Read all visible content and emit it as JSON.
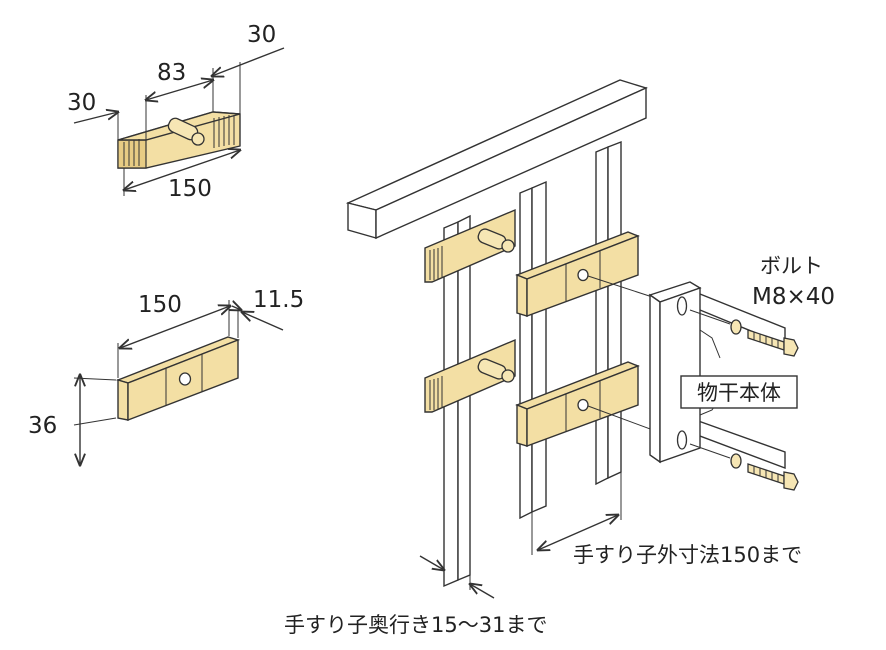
{
  "dimensions": {
    "top_left": "30",
    "top_middle": "83",
    "top_right": "30",
    "top_length": "150",
    "plate_length": "150",
    "plate_thickness": "11.5",
    "plate_height": "36"
  },
  "labels": {
    "bolt_name": "ボルト",
    "bolt_size": "M8×40",
    "main_body": "物干本体",
    "outer_dimension": "手すり子外寸法150まで",
    "depth": "手すり子奥行き15〜31まで"
  },
  "colors": {
    "wood": "#f3dfa4",
    "wood_dark": "#e7cc84",
    "line": "#333333"
  }
}
